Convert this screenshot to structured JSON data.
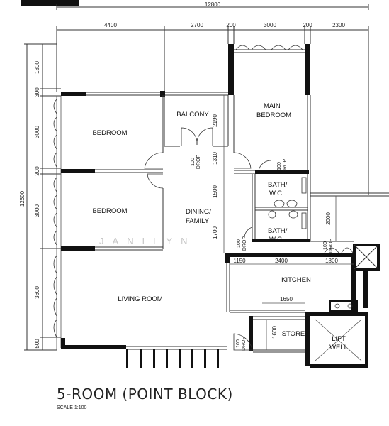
{
  "plan_title": "5-ROOM (POINT BLOCK)",
  "scale_text": "SCALE  1:100",
  "watermark": "JANILYN",
  "rooms": {
    "bedroom_1": "BEDROOM",
    "bedroom_2": "BEDROOM",
    "balcony": "BALCONY",
    "main_bedroom_line1": "MAIN",
    "main_bedroom_line2": "BEDROOM",
    "bath1_line1": "BATH/",
    "bath1_line2": "W.C.",
    "bath2_line1": "BATH/",
    "bath2_line2": "W.C.",
    "dining_line1": "DINING/",
    "dining_line2": "FAMILY",
    "living_room": "LIVING ROOM",
    "kitchen": "KITCHEN",
    "store": "STORE",
    "lift_line1": "LIFT",
    "lift_line2": "WELL"
  },
  "drop_labels": {
    "drop_value": "100",
    "drop_word": "DROP"
  },
  "dimensions": {
    "total_width": "12800",
    "top": [
      "4400",
      "2700",
      "200",
      "3000",
      "200",
      "2300"
    ],
    "total_height": "12600",
    "left": [
      "1800",
      "300",
      "3000",
      "200",
      "3000",
      "3600",
      "500"
    ],
    "balcony_depth": "2190",
    "corridor_1310": "1310",
    "corridor_1500": "1500",
    "corridor_1700": "1700",
    "right_2000": "2000",
    "kitchen_1150": "1150",
    "kitchen_2400": "2400",
    "kitchen_1800": "1800",
    "store_1650": "1650",
    "store_1600": "1600"
  }
}
